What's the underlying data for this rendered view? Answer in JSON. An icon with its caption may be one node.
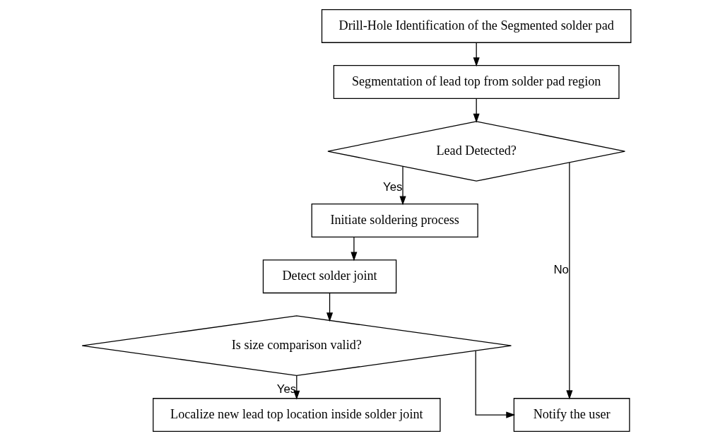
{
  "diagram": {
    "nodes": [
      {
        "text": [
          "Drill-Hole Identification of the Segmented solder pad"
        ]
      },
      {
        "text": [
          "Segmentation of lead top from solder pad region"
        ]
      },
      {
        "text": [
          "Lead Detected?"
        ]
      },
      {
        "text": [
          "Initiate soldering process"
        ]
      },
      {
        "text": [
          "Notify the user"
        ]
      },
      {
        "text": [
          "Detect solder joint"
        ]
      },
      {
        "text": [
          "Is size comparison valid?"
        ]
      },
      {
        "text": [
          "Localize new lead top location inside solder joint"
        ]
      }
    ],
    "edges": [
      {
        "from": 0,
        "to": 1,
        "arrow": "to"
      },
      {
        "from": 1,
        "to": 2,
        "arrow": "to"
      },
      {
        "from": 2,
        "to": 3,
        "arrow": "to",
        "label": "Yes"
      },
      {
        "from": 2,
        "to": 4,
        "arrow": "to",
        "label": "No"
      },
      {
        "from": 3,
        "to": 5,
        "arrow": "to"
      },
      {
        "from": 5,
        "to": 6,
        "arrow": "to"
      },
      {
        "from": 6,
        "to": 4,
        "arrow": "to"
      },
      {
        "from": 6,
        "to": 7,
        "arrow": "to",
        "label": "Yes"
      }
    ]
  }
}
